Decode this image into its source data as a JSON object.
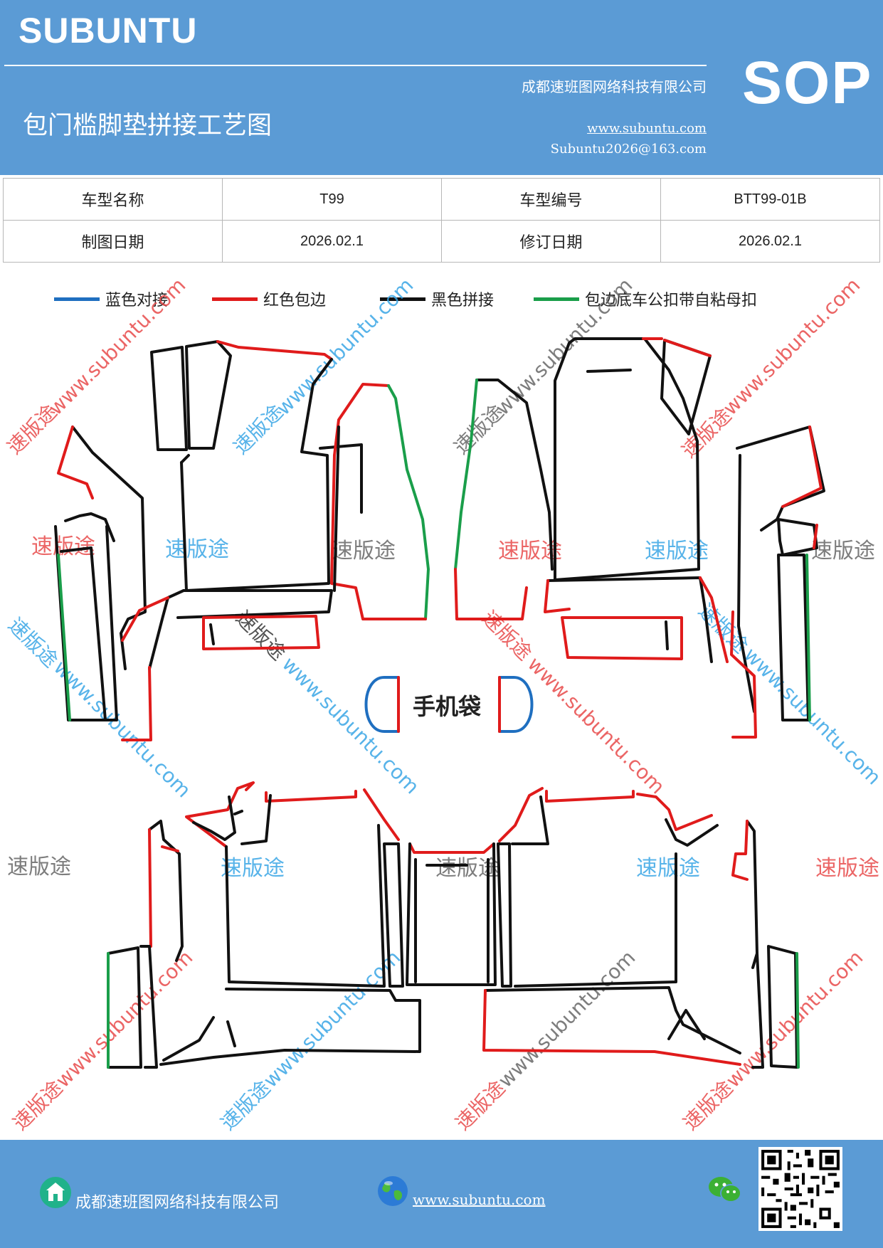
{
  "header": {
    "brand": "SUBUNTU",
    "doc_type": "SOP",
    "company": "成都速班图网络科技有限公司",
    "title": "包门槛脚垫拼接工艺图",
    "website": "www.subuntu.com",
    "email": "Subuntu2026@163.com"
  },
  "info_table": {
    "row1": {
      "label1": "车型名称",
      "value1": "T99",
      "label2": "车型编号",
      "value2": "BTT99-01B"
    },
    "row2": {
      "label1": "制图日期",
      "value1": "2026.02.1",
      "label2": "修订日期",
      "value2": "2026.02.1"
    }
  },
  "legend": [
    {
      "label": "蓝色对接",
      "color": "#1f6fc0"
    },
    {
      "label": "红色包边",
      "color": "#e01b1b"
    },
    {
      "label": "黑色拼接",
      "color": "#111111"
    },
    {
      "label": "包边底车公扣带自粘母扣",
      "color": "#1a9e4a"
    }
  ],
  "diagram": {
    "phone_pocket_label": "手机袋",
    "watermark_text": "速版途",
    "watermark_url": "www.subuntu.com"
  },
  "footer": {
    "company": "成都速班图网络科技有限公司",
    "website": "www.subuntu.com",
    "icons": [
      "home-icon",
      "globe-icon",
      "wechat-icon",
      "qr-code"
    ]
  }
}
